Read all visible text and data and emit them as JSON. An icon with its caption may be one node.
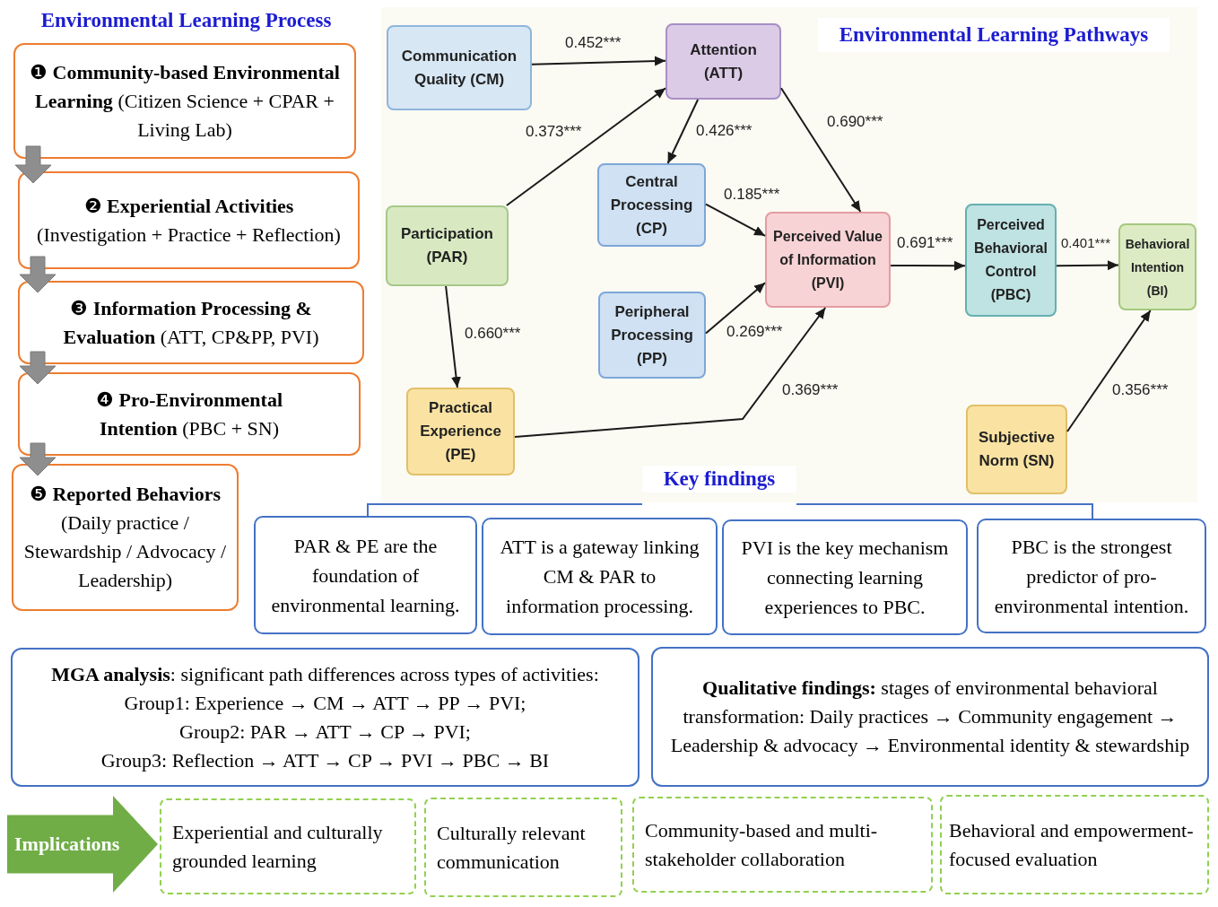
{
  "diagram": {
    "nodes": [
      {
        "text": [
          "❶ **Community-based Environmental Learning** (Citizen Science + CPAR + Living Lab)"
        ]
      },
      {
        "text": [
          "❷ **Experiential Activities** (Investigation + Practice + Reflection)"
        ]
      },
      {
        "text": [
          "❸ **Information Processing & Evaluation** (ATT, CP&PP, PVI)"
        ]
      },
      {
        "text": [
          "❹ **Pro-Environmental Intention** (PBC + SN)"
        ]
      },
      {
        "text": [
          "❺ **Reported Behaviors** (Daily practice / Stewardship / Advocacy / Leadership)"
        ]
      },
      {
        "text": [
          "Communication Quality (CM)"
        ]
      },
      {
        "text": [
          "Attention (ATT)"
        ]
      },
      {
        "text": [
          "Central Processing (CP)"
        ]
      },
      {
        "text": [
          "Participation (PAR)"
        ]
      },
      {
        "text": [
          "Perceived Value of Information (PVI)"
        ]
      },
      {
        "text": [
          "Perceived Behavioral Control (PBC)"
        ]
      },
      {
        "text": [
          "Behavioral Intention (BI)"
        ]
      },
      {
        "text": [
          "Peripheral Processing (PP)"
        ]
      },
      {
        "text": [
          "Practical Experience (PE)"
        ]
      },
      {
        "text": [
          "Subjective Norm (SN)"
        ]
      },
      {
        "text": [
          "PAR & PE are the foundation of environmental learning."
        ]
      },
      {
        "text": [
          "ATT is a gateway linking CM & PAR to information processing."
        ]
      },
      {
        "text": [
          "PVI is the key mechanism connecting learning experiences to PBC."
        ]
      },
      {
        "text": [
          "PBC is the strongest predictor of pro-environmental intention."
        ]
      },
      {
        "text": [
          "**MGA analysis**: significant path differences across types of activities: Group1: Experience → CM → ATT → PP → PVI;",
          "Group2: PAR → ATT → CP → PVI;",
          "Group3: Reflection → ATT → CP → PVI → PBC → BI"
        ]
      },
      {
        "text": [
          "**Qualitative findings:** stages of environmental behavioral transformation: Daily practices → Community engagement → Leadership & advocacy → Environmental identity & stewardship"
        ]
      },
      {
        "text": [
          "Implications"
        ]
      },
      {
        "text": [
          "Experiential and culturally grounded learning"
        ]
      },
      {
        "text": [
          "Culturally relevant communication"
        ]
      },
      {
        "text": [
          "Community-based and multi-stakeholder collaboration"
        ]
      },
      {
        "text": [
          "Behavioral and empowerment-focused evaluation"
        ]
      }
    ],
    "edges": [
      {
        "from": 0,
        "to": 1,
        "arrow": "to",
        "style": "thick",
        "color": "#8e8e8e"
      },
      {
        "from": 1,
        "to": 2,
        "arrow": "to",
        "style": "thick",
        "color": "#8e8e8e"
      },
      {
        "from": 2,
        "to": 3,
        "arrow": "to",
        "style": "thick",
        "color": "#8e8e8e"
      },
      {
        "from": 3,
        "to": 4,
        "arrow": "to",
        "style": "thick",
        "color": "#8e8e8e"
      },
      {
        "from": 5,
        "to": 6,
        "arrow": "to",
        "label": "0.452***"
      },
      {
        "from": 8,
        "to": 6,
        "arrow": "to",
        "label": "0.373***"
      },
      {
        "from": 6,
        "to": 7,
        "arrow": "to",
        "label": "0.426***"
      },
      {
        "from": 6,
        "to": 9,
        "arrow": "to",
        "label": "0.690***"
      },
      {
        "from": 7,
        "to": 9,
        "arrow": "to",
        "label": "0.185***"
      },
      {
        "from": 12,
        "to": 9,
        "arrow": "to",
        "label": "0.269***"
      },
      {
        "from": 8,
        "to": 13,
        "arrow": "to",
        "label": "0.660***"
      },
      {
        "from": 13,
        "to": 9,
        "arrow": "to",
        "label": "0.369***"
      },
      {
        "from": 9,
        "to": 10,
        "arrow": "to",
        "label": "0.691***"
      },
      {
        "from": 10,
        "to": 11,
        "arrow": "to",
        "label": "0.401***"
      },
      {
        "from": 14,
        "to": 11,
        "arrow": "to",
        "label": "0.356***"
      }
    ],
    "labels": [
      "Environmental Learning Process",
      "Environmental Learning Pathways",
      "Key findings"
    ]
  }
}
